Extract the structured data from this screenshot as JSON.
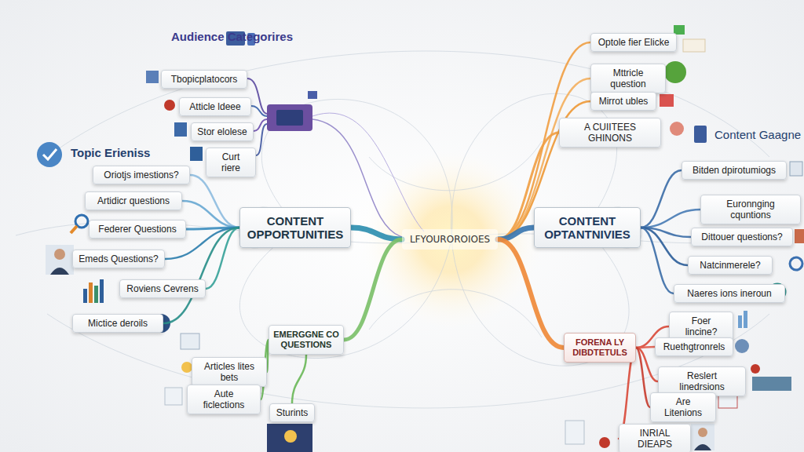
{
  "diagram": {
    "nodes": [
      {
        "text": [
          "Tbopicplatocors"
        ]
      },
      {
        "text": [
          "Atticle ldeee"
        ]
      },
      {
        "text": [
          "Stor elolese"
        ]
      },
      {
        "text": [
          "Curt riere"
        ]
      },
      {
        "text": [
          "Oriotjs imestions?"
        ]
      },
      {
        "text": [
          "Artidicr questions"
        ]
      },
      {
        "text": [
          "Federer Questions"
        ]
      },
      {
        "text": [
          "Emeds Questions?"
        ]
      },
      {
        "text": [
          "Roviens Cevrens"
        ]
      },
      {
        "text": [
          "Mictice deroils"
        ]
      },
      {
        "text": [
          "CONTENT OPPORTUNITIES"
        ]
      },
      {
        "text": [
          "LFYOUROROIOES"
        ]
      },
      {
        "text": [
          "EMERGGNE CO QUESTIONS"
        ]
      },
      {
        "text": [
          "Articles lites bets"
        ]
      },
      {
        "text": [
          "Aute ficlections"
        ]
      },
      {
        "text": [
          "Sturints"
        ]
      },
      {
        "text": [
          "Optole fier Elicke"
        ]
      },
      {
        "text": [
          "Mttricle question"
        ]
      },
      {
        "text": [
          "Mirrot ubles"
        ]
      },
      {
        "text": [
          "A CUIITEES GHINONS"
        ]
      },
      {
        "text": [
          "CONTENT OPTANTNIVIES"
        ]
      },
      {
        "text": [
          "Bitden dpirotumiogs"
        ]
      },
      {
        "text": [
          "Euronnging cquntions"
        ]
      },
      {
        "text": [
          "Dittouer questions?"
        ]
      },
      {
        "text": [
          "Natcinmerele?"
        ]
      },
      {
        "text": [
          "Naeres ions ineroun"
        ]
      },
      {
        "text": [
          "FORENA LY DIBDTETULS"
        ]
      },
      {
        "text": [
          "Foer lincine?"
        ]
      },
      {
        "text": [
          "Ruethgtronrels"
        ]
      },
      {
        "text": [
          "Reslert linedrsions"
        ]
      },
      {
        "text": [
          "Are Litenions"
        ]
      },
      {
        "text": [
          "INRIAL DIEAPS"
        ]
      }
    ],
    "edges": [
      {
        "from": 4,
        "to": 10,
        "arrow": "none"
      },
      {
        "from": 5,
        "to": 10,
        "arrow": "none"
      },
      {
        "from": 6,
        "to": 10,
        "arrow": "none"
      },
      {
        "from": 7,
        "to": 10,
        "arrow": "none"
      },
      {
        "from": 8,
        "to": 10,
        "arrow": "none"
      },
      {
        "from": 9,
        "to": 10,
        "arrow": "none"
      },
      {
        "from": 10,
        "to": 11,
        "arrow": "none"
      },
      {
        "from": 12,
        "to": 11,
        "arrow": "none"
      },
      {
        "from": 13,
        "to": 12,
        "arrow": "none"
      },
      {
        "from": 14,
        "to": 12,
        "arrow": "none"
      },
      {
        "from": 15,
        "to": 12,
        "arrow": "none"
      },
      {
        "from": 11,
        "to": 16,
        "arrow": "none"
      },
      {
        "from": 11,
        "to": 17,
        "arrow": "none"
      },
      {
        "from": 11,
        "to": 18,
        "arrow": "none"
      },
      {
        "from": 11,
        "to": 19,
        "arrow": "none"
      },
      {
        "from": 11,
        "to": 20,
        "arrow": "none"
      },
      {
        "from": 20,
        "to": 21,
        "arrow": "none"
      },
      {
        "from": 20,
        "to": 22,
        "arrow": "none"
      },
      {
        "from": 20,
        "to": 23,
        "arrow": "none"
      },
      {
        "from": 20,
        "to": 24,
        "arrow": "none"
      },
      {
        "from": 20,
        "to": 25,
        "arrow": "none"
      },
      {
        "from": 11,
        "to": 26,
        "arrow": "none"
      },
      {
        "from": 26,
        "to": 27,
        "arrow": "none"
      },
      {
        "from": 26,
        "to": 28,
        "arrow": "none"
      },
      {
        "from": 26,
        "to": 29,
        "arrow": "none"
      },
      {
        "from": 26,
        "to": 30,
        "arrow": "none"
      },
      {
        "from": 26,
        "to": 31,
        "arrow": "none"
      }
    ],
    "labels": [
      "Audience Categorires",
      "Topic Erieniss",
      "Content Gaagne"
    ]
  }
}
